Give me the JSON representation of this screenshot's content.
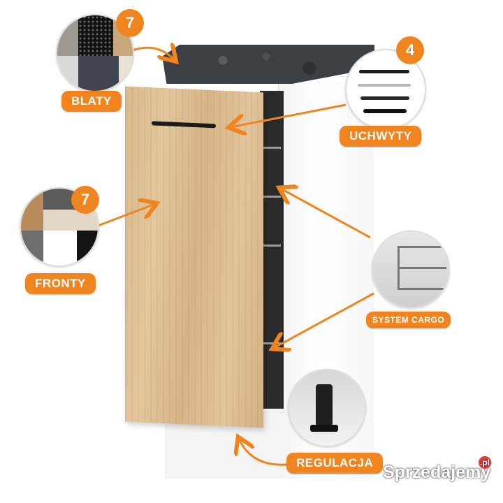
{
  "features": {
    "countertops": {
      "label": "BLATY",
      "count": "7"
    },
    "handles": {
      "label": "UCHWYTY",
      "count": "4"
    },
    "fronts": {
      "label": "FRONTY",
      "count": "7"
    },
    "cargo": {
      "label": "SYSTEM CARGO"
    },
    "adjustment": {
      "label": "REGULACJA"
    }
  },
  "colors": {
    "accent": "#f0851f",
    "oak": "#ddbd90",
    "worktop": "#3c3f45"
  },
  "watermark": {
    "text": "Sprzedajemy",
    "suffix": ".pl"
  }
}
